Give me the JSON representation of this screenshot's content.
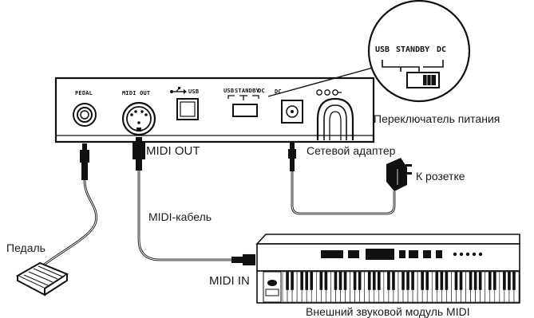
{
  "panel": {
    "pedal": "PEDAL",
    "midi_out": "MIDI OUT",
    "usb": "USB",
    "usb_sw": "USB",
    "standby_sw": "STANDBY",
    "dc_sw": "DC",
    "dc_in": "DC"
  },
  "callout": {
    "usb": "USB",
    "standby": "STANDBY",
    "dc": "DC"
  },
  "labels": {
    "power_switch": "Переключатель питания",
    "midi_out": "MIDI OUT",
    "ac_adapter": "Сетевой адаптер",
    "to_outlet": "К розетке",
    "midi_cable": "MIDI-кабель",
    "pedal": "Педаль",
    "midi_in": "MIDI IN",
    "sound_module": "Внешний звуковой модуль MIDI"
  },
  "icons": [
    "usb-icon",
    "pedal-jack-icon",
    "midi-din-icon",
    "dc-jack-icon",
    "ac-plug-icon",
    "keyboard-icon",
    "sustain-pedal-icon"
  ]
}
